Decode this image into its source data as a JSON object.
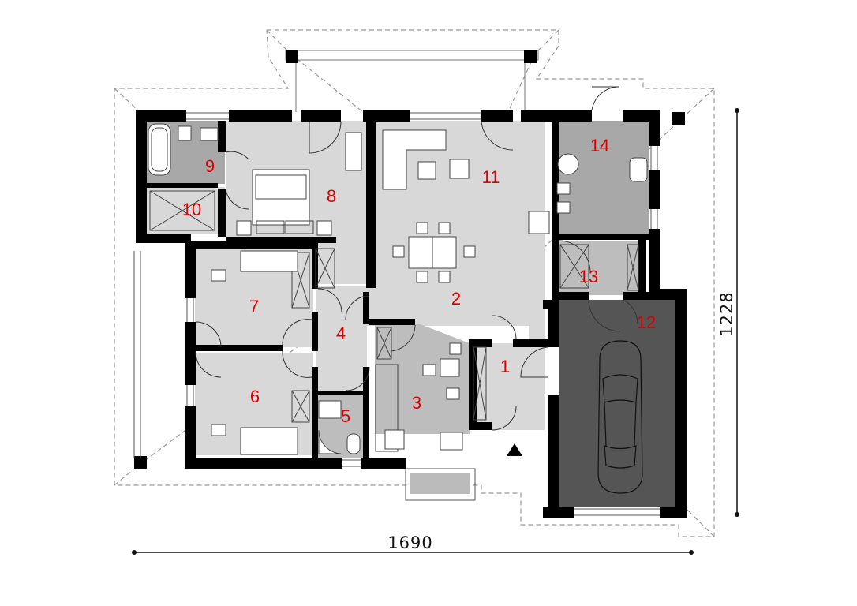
{
  "plan": {
    "rooms": [
      {
        "label": "1"
      },
      {
        "label": "2"
      },
      {
        "label": "3"
      },
      {
        "label": "4"
      },
      {
        "label": "5"
      },
      {
        "label": "6"
      },
      {
        "label": "7"
      },
      {
        "label": "8"
      },
      {
        "label": "9"
      },
      {
        "label": "10"
      },
      {
        "label": "11"
      },
      {
        "label": "12"
      },
      {
        "label": "13"
      },
      {
        "label": "14"
      }
    ],
    "dimensions": {
      "width_label": "1690",
      "height_label": "1228"
    },
    "colors": {
      "wall": "#000000",
      "room_fill_light": "#d8d8d8",
      "room_fill_mid": "#bdbdbd",
      "room_fill_dark": "#a8a8a8",
      "garage_fill": "#555555",
      "label": "#e00000"
    }
  }
}
